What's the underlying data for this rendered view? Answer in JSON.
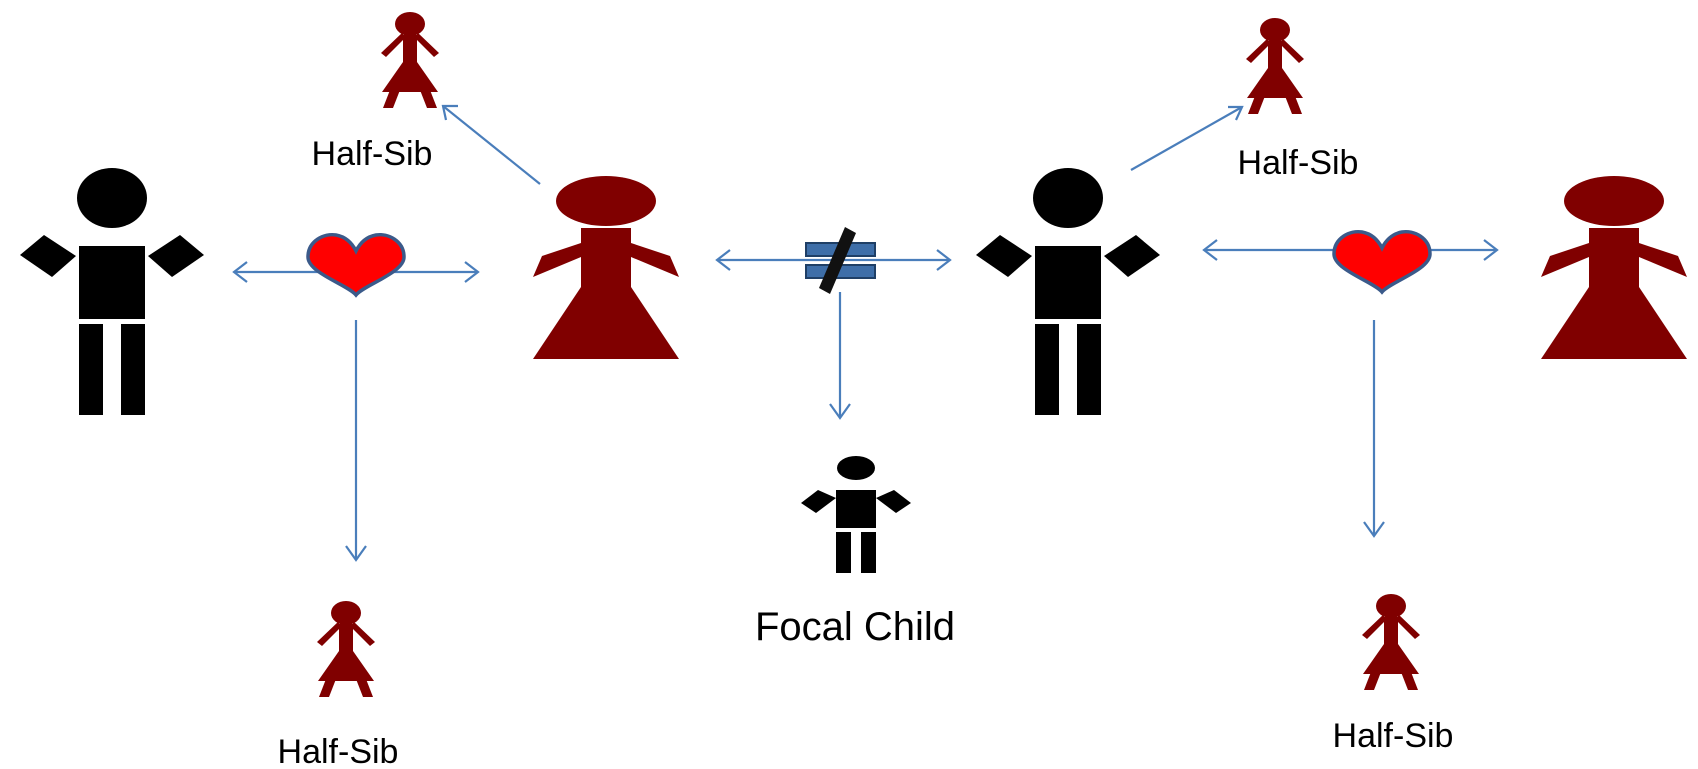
{
  "colors": {
    "male_figure": "#000000",
    "female_figure": "#800000",
    "arrow": "#4a7ebb",
    "heart": "#ff0000",
    "heart_outline": "#3b5a8a",
    "not_equal_box": "#3e6ea8",
    "text": "#000000"
  },
  "labels": {
    "half_sib_top_left": "Half-Sib",
    "half_sib_top_right": "Half-Sib",
    "half_sib_bottom_left": "Half-Sib",
    "half_sib_bottom_right": "Half-Sib",
    "focal_child": "Focal Child"
  },
  "symbols": {
    "heart_icon": "heart",
    "not_equal_icon": "not-equal",
    "male_icon": "male-figure",
    "female_icon": "female-figure"
  }
}
